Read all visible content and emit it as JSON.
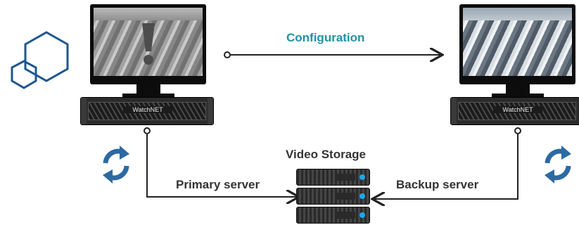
{
  "labels": {
    "configuration": "Configuration",
    "video_storage": "Video Storage",
    "primary_server": "Primary server",
    "backup_server": "Backup server"
  },
  "servers": {
    "primary": {
      "brand": "WatchNET",
      "status": "alert"
    },
    "backup": {
      "brand": "WatchNET",
      "status": "ok"
    }
  },
  "icons": {
    "logo": "hexagon-logo-icon",
    "sync": "sync-arrows-icon",
    "alert": "exclamation-alert-icon",
    "storage": "storage-rack-icon"
  },
  "colors": {
    "accent": "#1f93a8",
    "logo_blue": "#1e5690",
    "sync_blue": "#2d6aa2",
    "alert_red": "#e3232e",
    "storage_led": "#1ea7e8",
    "label_text": "#333333",
    "line": "#222222"
  }
}
